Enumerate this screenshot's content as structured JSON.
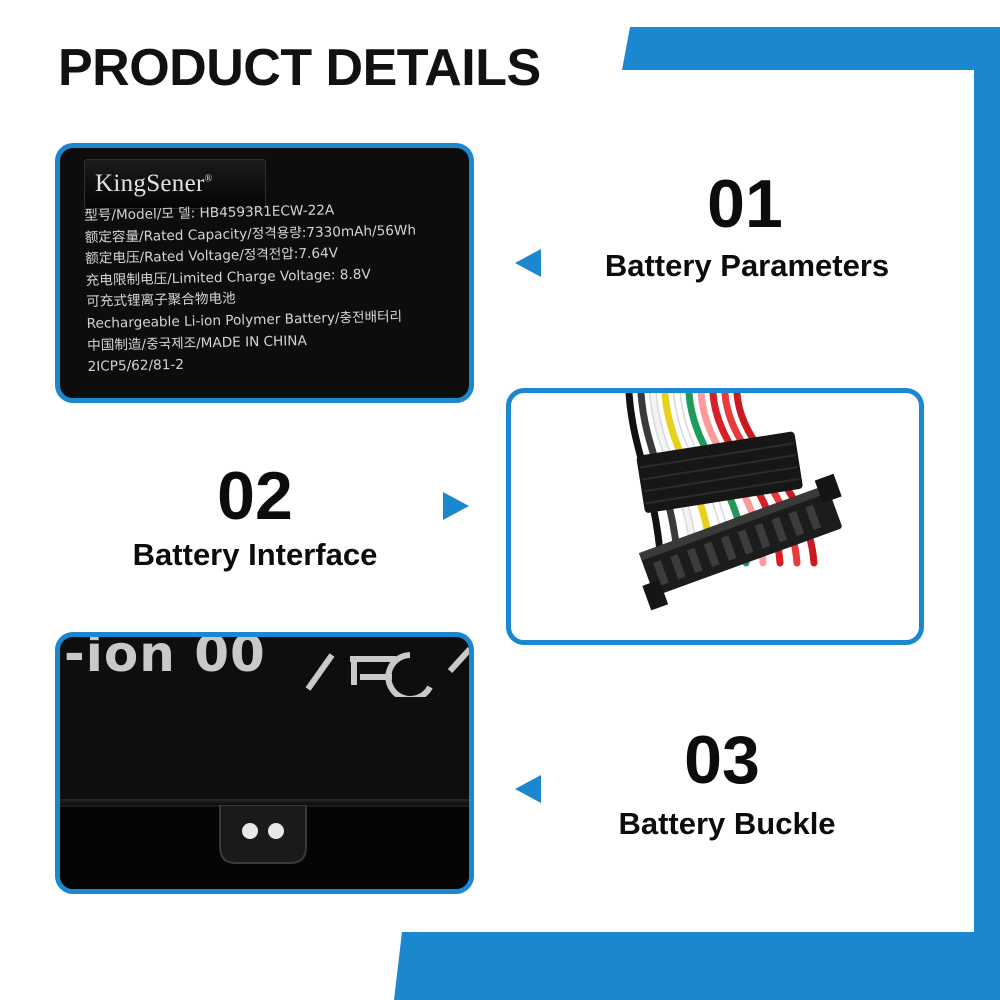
{
  "page": {
    "title": "PRODUCT DETAILS"
  },
  "colors": {
    "accent": "#1b87cf",
    "text": "#0c0c0c",
    "panel_dark": "#0d0d0d"
  },
  "features": [
    {
      "number": "01",
      "label": "Battery Parameters",
      "icon": "pointer-left-icon"
    },
    {
      "number": "02",
      "label": "Battery Interface",
      "icon": "pointer-right-icon"
    },
    {
      "number": "03",
      "label": "Battery Buckle",
      "icon": "pointer-left-icon"
    }
  ],
  "battery_label": {
    "brand": "KingSener",
    "brand_mark": "®",
    "lines": [
      "型号/Model/모 델: HB4593R1ECW-22A",
      "额定容量/Rated Capacity/정격용량:7330mAh/56Wh",
      "额定电压/Rated Voltage/정격전압:7.64V",
      "充电限制电压/Limited Charge Voltage: 8.8V",
      "可充式锂离子聚合物电池",
      "Rechargeable Li-ion Polymer Battery/충전배터리",
      "中国制造/중국제조/MADE IN CHINA",
      "2ICP5/62/81-2"
    ]
  },
  "buckle_photo": {
    "printed_text": "-ion 00"
  },
  "connector_photo": {
    "wire_colors": [
      "#111111",
      "#3a3a3a",
      "#f3f3f3",
      "#e6d21c",
      "#ffffff",
      "#1f9a58",
      "#ff9a9a",
      "#d61f26",
      "#e83a3a",
      "#c81a20"
    ]
  }
}
